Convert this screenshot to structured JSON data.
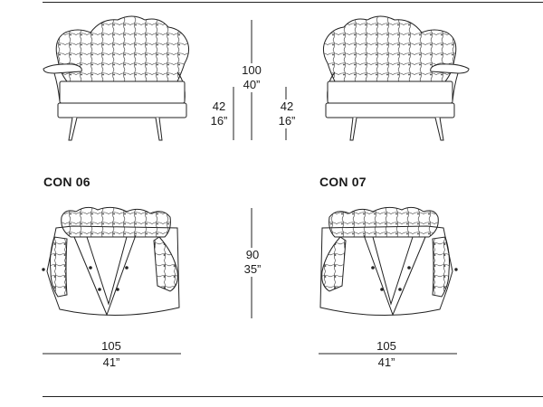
{
  "models": [
    {
      "code": "CON 06"
    },
    {
      "code": "CON 07"
    }
  ],
  "dimensions": {
    "height_total": {
      "cm": "100",
      "in": "40”"
    },
    "seat_height": {
      "cm": "42",
      "in": "16”"
    },
    "depth": {
      "cm": "90",
      "in": "35”"
    },
    "width": {
      "cm": "105",
      "in": "41”"
    }
  }
}
